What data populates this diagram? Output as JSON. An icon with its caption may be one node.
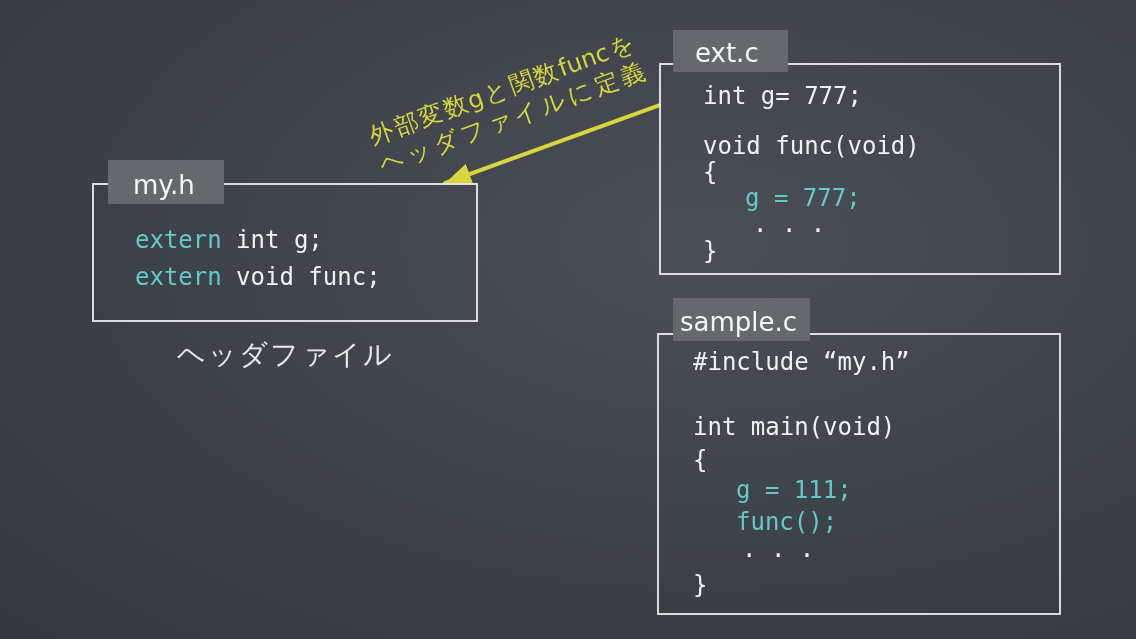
{
  "diagram": {
    "nodes": [
      {
        "text": [
          "my.h",
          "extern",
          "int g;",
          "extern",
          "void func;"
        ],
        "beside": [
          "ヘッダファイル"
        ]
      },
      {
        "text": [
          "ext.c",
          "int g= 777;",
          "void func(void)",
          "{",
          "g = 777;",
          ". . .",
          "}"
        ]
      },
      {
        "text": [
          "sample.c",
          "#include “my.h”",
          "int main(void)",
          "{",
          "g = 111;",
          "func();",
          ". . .",
          "}"
        ]
      }
    ],
    "edges": [
      {
        "from": 1,
        "to": 0,
        "arrow": "to",
        "label": "外部変数gと関数funcをヘッダファイルに定義",
        "color": "#d8d53e"
      }
    ]
  }
}
